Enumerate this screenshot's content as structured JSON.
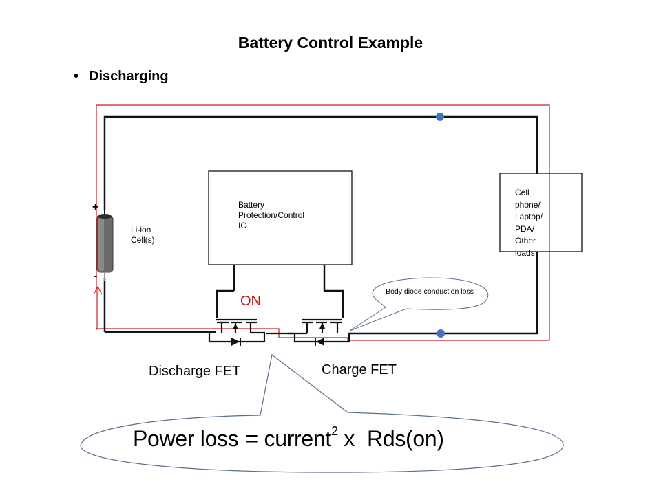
{
  "slide": {
    "title": "Battery Control Example",
    "bullet": "Discharging",
    "bullet_marker": "•"
  },
  "components": {
    "battery": {
      "label": "Li-ion\nCell(s)",
      "positive_symbol": "+",
      "negative_symbol": "-"
    },
    "control_ic": {
      "label": "Battery\nProtection/Control\nIC"
    },
    "load": {
      "label": "Cell\nphone/\nLaptop/\nPDA/\nOther\nloads"
    },
    "discharge_fet": {
      "label": "Discharge FET",
      "state": "ON"
    },
    "charge_fet": {
      "label": "Charge FET"
    }
  },
  "callouts": {
    "body_diode": "Body diode conduction loss",
    "formula": {
      "lhs": "Power loss",
      "eq": "= current",
      "exponent": "2",
      "op": "x",
      "rhs": "Rds(on)"
    }
  },
  "colors": {
    "wire": "#111111",
    "current_path": "#cc2222",
    "node": "#4472c4",
    "on_text": "#cc1111",
    "callout_border": "#5a6f8f"
  }
}
